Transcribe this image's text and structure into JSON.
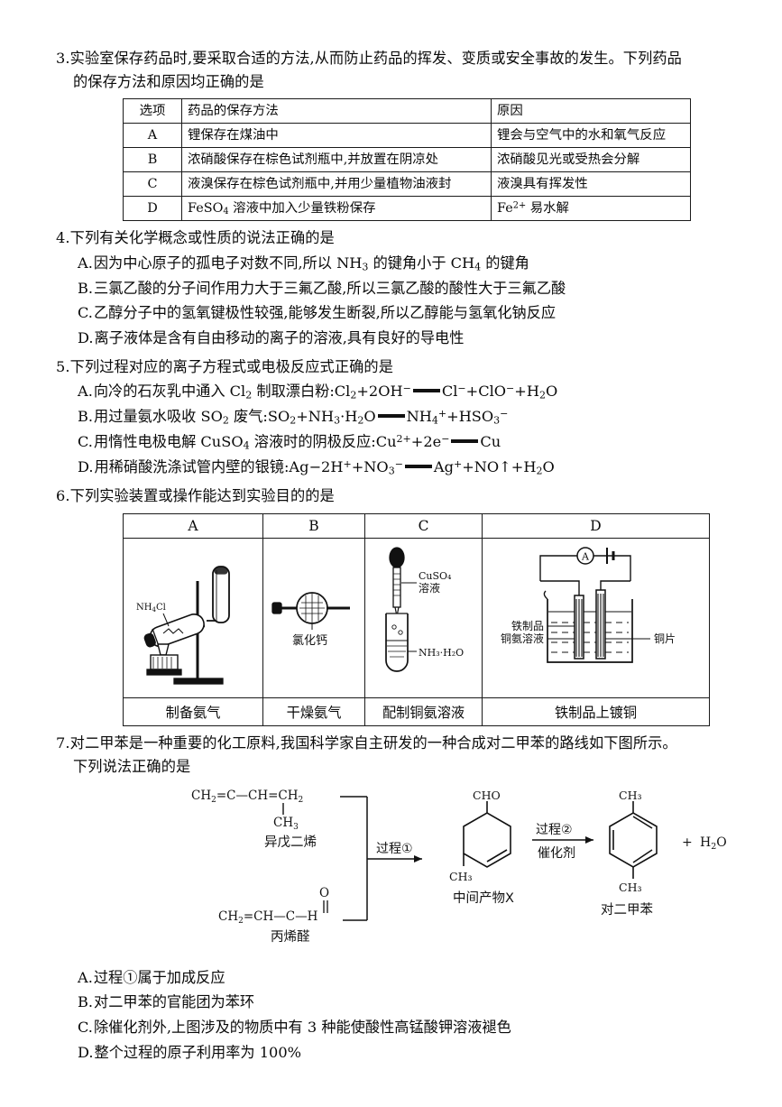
{
  "questions": [
    {
      "number": "3.",
      "stem_line1": "实验室保存药品时,要采取合适的方法,从而防止药品的挥发、变质或安全事故的发生。下列药品",
      "stem_line2": "的保存方法和原因均正确的是",
      "table": {
        "headers": [
          "选项",
          "药品的保存方法",
          "原因"
        ],
        "rows": [
          {
            "option": "A",
            "method": "锂保存在煤油中",
            "reason": "锂会与空气中的水和氧气反应"
          },
          {
            "option": "B",
            "method": "浓硝酸保存在棕色试剂瓶中,并放置在阴凉处",
            "reason": "浓硝酸见光或受热会分解"
          },
          {
            "option": "C",
            "method": "液溴保存在棕色试剂瓶中,并用少量植物油液封",
            "reason": "液溴具有挥发性"
          },
          {
            "option": "D",
            "method_html": "FeSO<sub>4</sub> 溶液中加入少量铁粉保存",
            "reason_html": "Fe<sup>2+</sup> 易水解"
          }
        ]
      }
    },
    {
      "number": "4.",
      "stem_line1": "下列有关化学概念或性质的说法正确的是",
      "options": [
        {
          "letter": "A.",
          "html": "因为中心原子的孤电子对数不同,所以 NH<sub>3</sub> 的键角小于 CH<sub>4</sub> 的键角"
        },
        {
          "letter": "B.",
          "html": "三氯乙酸的分子间作用力大于三氟乙酸,所以三氯乙酸的酸性大于三氟乙酸"
        },
        {
          "letter": "C.",
          "html": "乙醇分子中的氢氧键极性较强,能够发生断裂,所以乙醇能与氢氧化钠反应"
        },
        {
          "letter": "D.",
          "html": "离子液体是含有自由移动的离子的溶液,具有良好的导电性"
        }
      ]
    },
    {
      "number": "5.",
      "stem_line1": "下列过程对应的离子方程式或电极反应式正确的是",
      "options": [
        {
          "letter": "A.",
          "html": "向冷的石灰乳中通入 Cl<sub>2</sub> 制取漂白粉:Cl<sub>2</sub>+2OH<sup>−</sup><span class=\"eqbar\"></span>Cl<sup>−</sup>+ClO<sup>−</sup>+H<sub>2</sub>O"
        },
        {
          "letter": "B.",
          "html": "用过量氨水吸收 SO<sub>2</sub> 废气:SO<sub>2</sub>+NH<sub>3</sub>·H<sub>2</sub>O<span class=\"eqbar\"></span>NH<sub>4</sub><sup>+</sup>+HSO<sub>3</sub><sup>−</sup>"
        },
        {
          "letter": "C.",
          "html": "用惰性电极电解 CuSO<sub>4</sub> 溶液时的阴极反应:Cu<sup>2+</sup>+2e<sup>−</sup><span class=\"eqbar\"></span>Cu"
        },
        {
          "letter": "D.",
          "html": "用稀硝酸洗涤试管内壁的银镜:Ag−2H<sup>+</sup>+NO<sub>3</sub><sup>−</sup><span class=\"eqbar\"></span>Ag<sup>+</sup>+NO↑+H<sub>2</sub>O"
        }
      ]
    },
    {
      "number": "6.",
      "stem_line1": "下列实验装置或操作能达到实验目的的是",
      "table": {
        "headers": [
          "A",
          "B",
          "C",
          "D"
        ],
        "figure_labels": {
          "A": [
            "NH₄Cl"
          ],
          "B": [
            "氯化钙"
          ],
          "C": [
            "CuSO₄",
            "溶液",
            "NH₃·H₂O"
          ],
          "D": [
            "铁制品",
            "铜氨溶液",
            "铜片"
          ]
        },
        "captions": [
          "制备氨气",
          "干燥氨气",
          "配制铜氨溶液",
          "铁制品上镀铜"
        ]
      }
    },
    {
      "number": "7.",
      "stem_line1": "对二甲苯是一种重要的化工原料,我国科学家自主研发的一种合成对二甲苯的路线如下图所示。",
      "stem_line2": "下列说法正确的是",
      "scheme": {
        "reactant1_formula": "CH₂=C—CH=CH₂",
        "reactant1_branch": "CH₃",
        "reactant1_name": "异戊二烯",
        "reactant2_formula": "CH₂=CH—C—H",
        "reactant2_carbonyl": "O",
        "reactant2_name": "丙烯醛",
        "arrow1_label": "过程①",
        "arrow2_label_top": "过程②",
        "arrow2_label_bottom": "催化剂",
        "intermediate_top": "CHO",
        "intermediate_bottom": "CH₃",
        "intermediate_name": "中间产物X",
        "product_top": "CH₃",
        "product_bottom": "CH₃",
        "product_name": "对二甲苯",
        "byproduct": "H₂O",
        "plus": "+"
      },
      "options": [
        {
          "letter": "A.",
          "html": "过程①属于加成反应"
        },
        {
          "letter": "B.",
          "html": "对二甲苯的官能团为苯环"
        },
        {
          "letter": "C.",
          "html": "除催化剂外,上图涉及的物质中有 3 种能使酸性高锰酸钾溶液褪色"
        },
        {
          "letter": "D.",
          "html": "整个过程的原子利用率为 100%"
        }
      ]
    }
  ]
}
